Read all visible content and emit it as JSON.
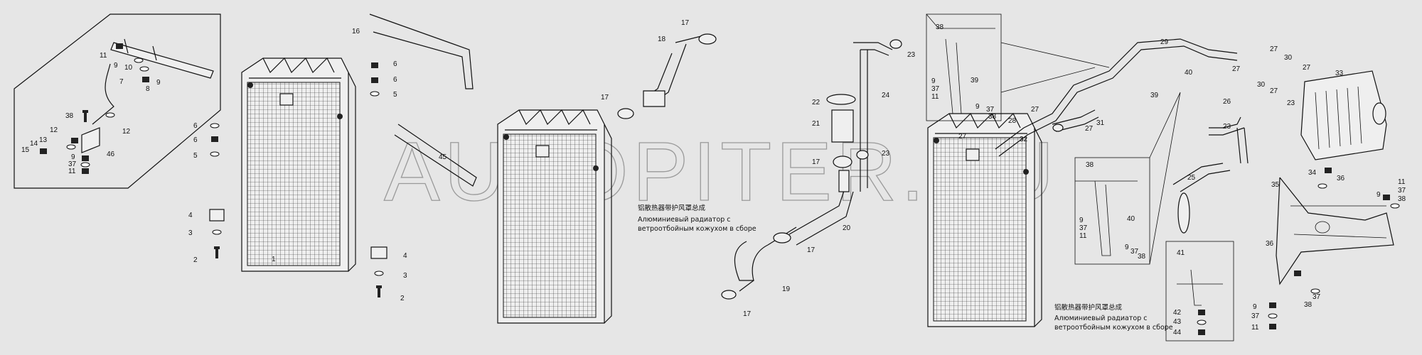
{
  "watermark": "AUTOPITER.RU",
  "captions": {
    "assembly_cn": "铝散热器带护风罩总成",
    "assembly_ru_line1": "Алюминиевый радиатор с",
    "assembly_ru_line2": "ветроотбойным кожухом в сборе"
  },
  "labels": {
    "p1": "1",
    "p2": "2",
    "p3": "3",
    "p4": "4",
    "p5": "5",
    "p6": "6",
    "p7": "7",
    "p8": "8",
    "p9": "9",
    "p10": "10",
    "p11": "11",
    "p12": "12",
    "p13": "13",
    "p14": "14",
    "p15": "15",
    "p16": "16",
    "p17": "17",
    "p18": "18",
    "p19": "19",
    "p20": "20",
    "p21": "21",
    "p22": "22",
    "p23": "23",
    "p24": "24",
    "p25": "25",
    "p26": "26",
    "p27": "27",
    "p28": "28",
    "p29": "29",
    "p30": "30",
    "p31": "31",
    "p32": "32",
    "p33": "33",
    "p34": "34",
    "p35": "35",
    "p36": "36",
    "p37": "37",
    "p38": "38",
    "p39": "39",
    "p40": "40",
    "p41": "41",
    "p42": "42",
    "p43": "43",
    "p44": "44",
    "p45": "45",
    "p46": "46"
  }
}
